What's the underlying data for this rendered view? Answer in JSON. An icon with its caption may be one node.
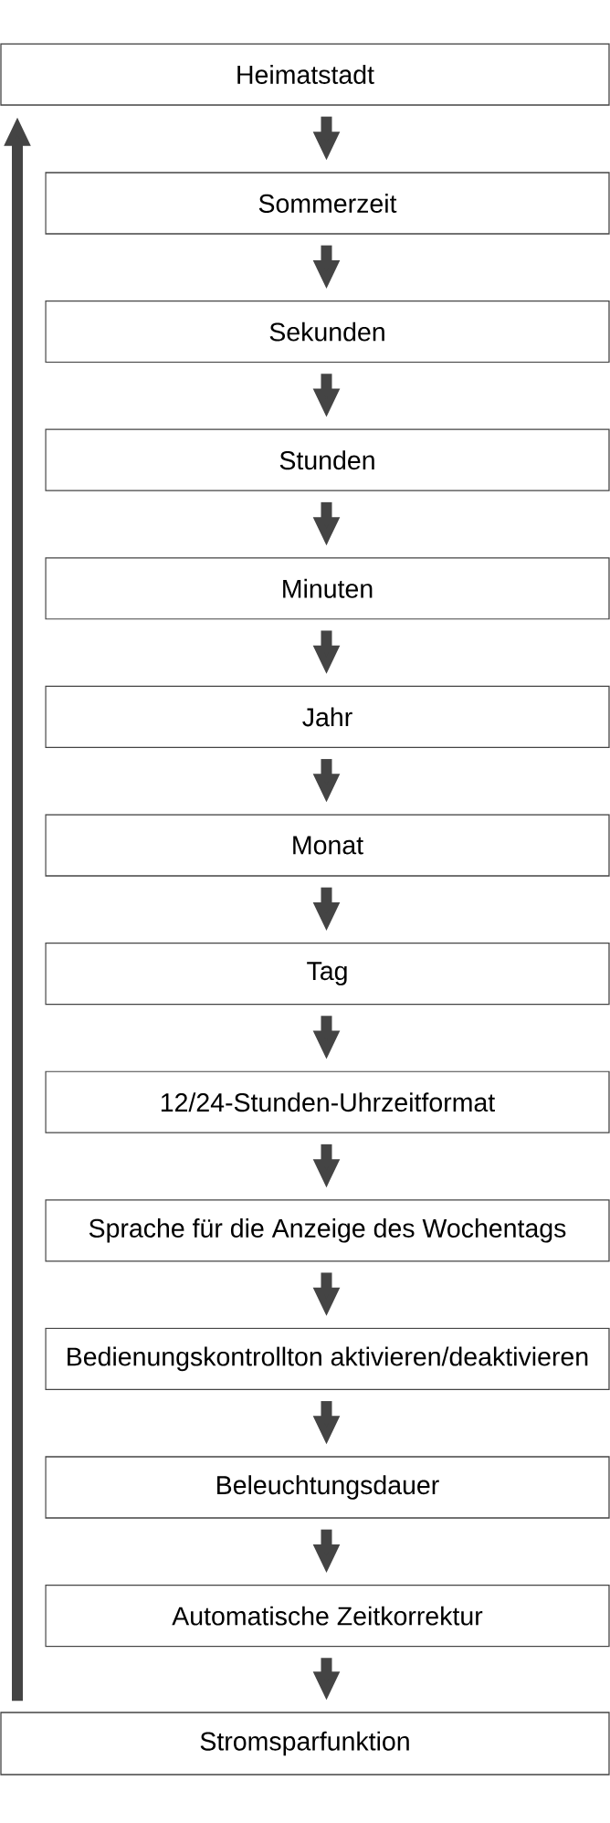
{
  "diagram": {
    "nodes": [
      {
        "text": [
          "Heimatstadt"
        ]
      },
      {
        "text": [
          "Sommerzeit"
        ]
      },
      {
        "text": [
          "Sekunden"
        ]
      },
      {
        "text": [
          "Stunden"
        ]
      },
      {
        "text": [
          "Minuten"
        ]
      },
      {
        "text": [
          "Jahr"
        ]
      },
      {
        "text": [
          "Monat"
        ]
      },
      {
        "text": [
          "Tag"
        ]
      },
      {
        "text": [
          "12/24-Stunden-Uhrzeitformat"
        ]
      },
      {
        "text": [
          "Sprache für die Anzeige des Wochentags"
        ]
      },
      {
        "text": [
          "Bedienungskontrollton aktivieren/deaktivieren"
        ]
      },
      {
        "text": [
          "Beleuchtungsdauer"
        ]
      },
      {
        "text": [
          "Automatische Zeitkorrektur"
        ]
      },
      {
        "text": [
          "Stromsparfunktion"
        ]
      }
    ],
    "edges": [
      {
        "from": 0,
        "to": 1,
        "arrow": "to"
      },
      {
        "from": 1,
        "to": 2,
        "arrow": "to"
      },
      {
        "from": 2,
        "to": 3,
        "arrow": "to"
      },
      {
        "from": 3,
        "to": 4,
        "arrow": "to"
      },
      {
        "from": 4,
        "to": 5,
        "arrow": "to"
      },
      {
        "from": 5,
        "to": 6,
        "arrow": "to"
      },
      {
        "from": 6,
        "to": 7,
        "arrow": "to"
      },
      {
        "from": 7,
        "to": 8,
        "arrow": "to"
      },
      {
        "from": 8,
        "to": 9,
        "arrow": "to"
      },
      {
        "from": 9,
        "to": 10,
        "arrow": "to"
      },
      {
        "from": 10,
        "to": 11,
        "arrow": "to"
      },
      {
        "from": 11,
        "to": 12,
        "arrow": "to"
      },
      {
        "from": 12,
        "to": 13,
        "arrow": "to"
      },
      {
        "from": 13,
        "to": 0,
        "arrow": "to"
      }
    ]
  }
}
